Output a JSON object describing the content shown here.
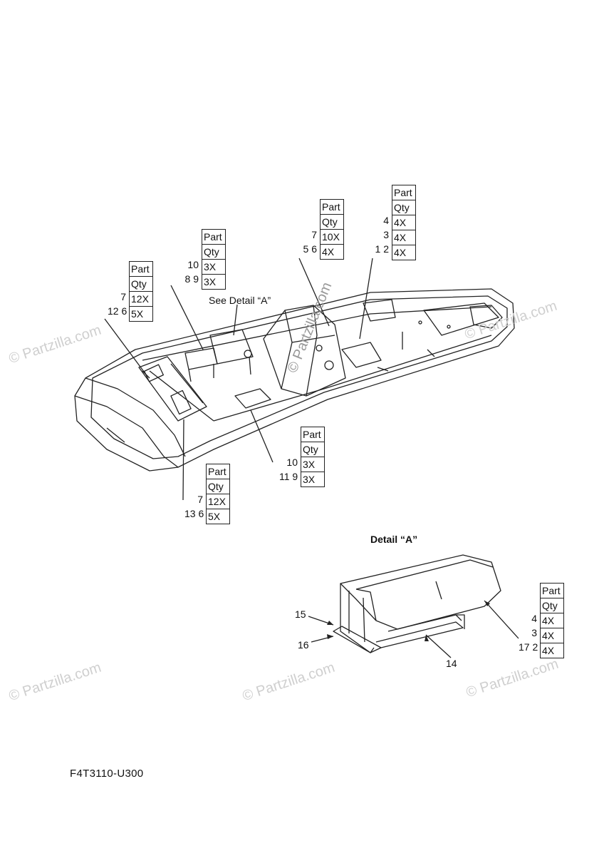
{
  "watermark": "© Partzilla.com",
  "see_detail_label": "See Detail “A”",
  "detail_title": "Detail “A”",
  "diagram_code": "F4T3110-U300",
  "header": {
    "part": "Part",
    "qty": "Qty"
  },
  "qty_boxes": [
    {
      "id": "box-a",
      "rows": [
        {
          "parts": "7",
          "qty": "12X"
        },
        {
          "parts": "12  6",
          "qty": "5X"
        }
      ]
    },
    {
      "id": "box-b",
      "rows": [
        {
          "parts": "10",
          "qty": "3X"
        },
        {
          "parts": "8  9",
          "qty": "3X"
        }
      ]
    },
    {
      "id": "box-c",
      "rows": [
        {
          "parts": "7",
          "qty": "10X"
        },
        {
          "parts": "5  6",
          "qty": "4X"
        }
      ]
    },
    {
      "id": "box-d",
      "rows": [
        {
          "parts": "4",
          "qty": "4X"
        },
        {
          "parts": "3",
          "qty": "4X"
        },
        {
          "parts": "1  2",
          "qty": "4X"
        }
      ]
    },
    {
      "id": "box-e",
      "rows": [
        {
          "parts": "10",
          "qty": "3X"
        },
        {
          "parts": "11  9",
          "qty": "3X"
        }
      ]
    },
    {
      "id": "box-f",
      "rows": [
        {
          "parts": "7",
          "qty": "12X"
        },
        {
          "parts": "13  6",
          "qty": "5X"
        }
      ]
    },
    {
      "id": "box-g",
      "rows": [
        {
          "parts": "4",
          "qty": "4X"
        },
        {
          "parts": "3",
          "qty": "4X"
        },
        {
          "parts": "17  2",
          "qty": "4X"
        }
      ]
    }
  ],
  "callouts": {
    "c15": "15",
    "c16": "16",
    "c14": "14"
  }
}
